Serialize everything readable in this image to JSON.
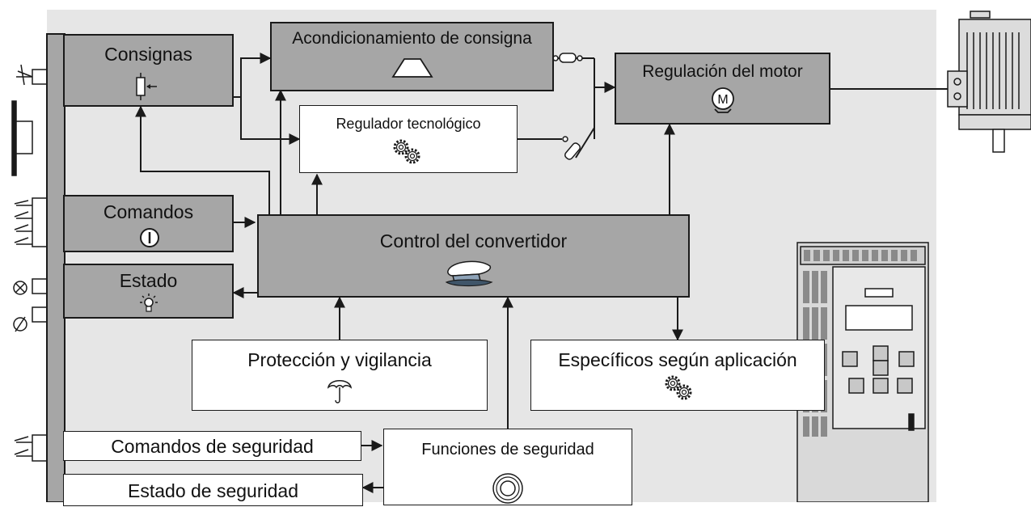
{
  "diagram": {
    "consignas": "Consignas",
    "acondicionamiento": "Acondicionamiento de consigna",
    "regulador_tecnologico": "Regulador tecnológico",
    "regulacion_motor": "Regulación del motor",
    "comandos": "Comandos",
    "estado": "Estado",
    "control_convertidor": "Control del convertidor",
    "proteccion": "Protección y vigilancia",
    "especificos": "Específicos según aplicación",
    "comandos_seguridad": "Comandos de seguridad",
    "funciones_seguridad": "Funciones de seguridad",
    "estado_seguridad": "Estado de seguridad",
    "motor_symbol": "M"
  },
  "colors": {
    "background_panel": "#e6e6e6",
    "block_grey": "#a6a6a6",
    "block_white": "#ffffff",
    "line": "#1a1a1a",
    "hat_blue": "#8ea3b8"
  },
  "icons": [
    "potentiometer-icon",
    "ramp-icon",
    "gears-icon",
    "motor-icon",
    "power-icon",
    "lamp-icon",
    "captain-hat-icon",
    "umbrella-icon",
    "safety-ring-icon",
    "motor-device-icon",
    "converter-device-icon"
  ]
}
